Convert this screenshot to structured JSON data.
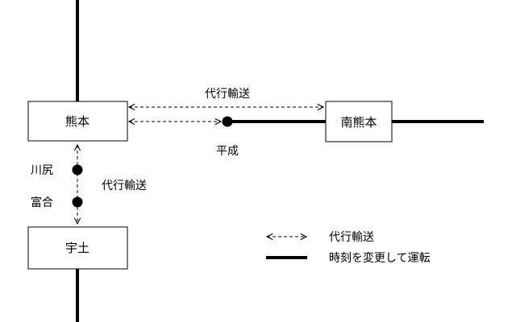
{
  "stations": {
    "kumamoto": "熊本",
    "minami_kumamoto": "南熊本",
    "uto": "宇土",
    "heisei": "平成",
    "kawashiri": "川尻",
    "tomiai": "富合"
  },
  "route_labels": {
    "bus_top": "代行輸送",
    "bus_vertical": "代行輸送"
  },
  "legend": {
    "bus_label": "代行輸送",
    "changed_schedule_label": "時刻を変更して運転"
  },
  "colors": {
    "line": "#000000",
    "background": "#ffffff"
  }
}
